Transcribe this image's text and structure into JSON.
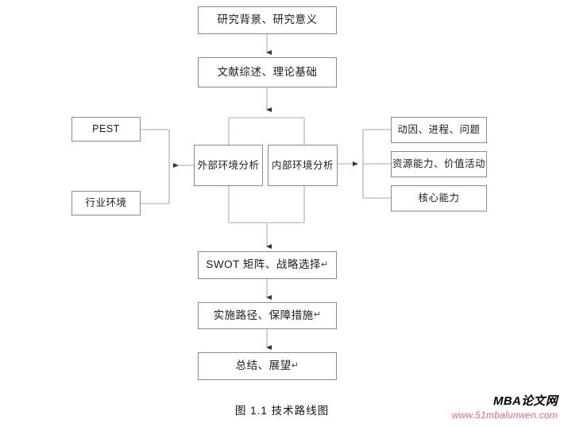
{
  "figure": {
    "caption": "图 1.1  技术路线图",
    "colors": {
      "box_border": "#8a8a8a",
      "connector": "#a9a9a9",
      "arrow": "#333333",
      "background": "#ffffff",
      "watermark_url": "#e8609a"
    }
  },
  "nodes": {
    "background": "研究背景、研究意义",
    "literature": "文献综述、理论基础",
    "external": "外部环境分析",
    "internal": "内部环境分析",
    "pest": "PEST",
    "industry": "行业环境",
    "right_1": "动因、进程、问题",
    "right_2": "资源能力、价值活动",
    "right_3": "核心能力",
    "swot": "SWOT 矩阵、战略选择",
    "path": "实施路径、保障措施",
    "summary": "总结、展望",
    "paragraph_mark": "↵"
  },
  "watermark": {
    "title": "MBA论文网",
    "url": "www.51mbalunwen.com"
  }
}
